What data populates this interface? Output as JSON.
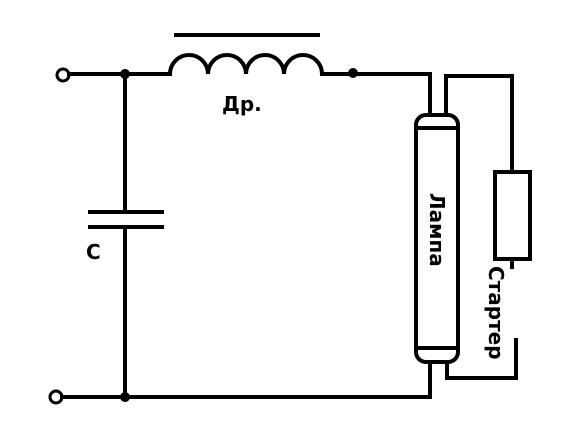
{
  "diagram": {
    "labels": {
      "choke": "Др.",
      "capacitor": "С",
      "lamp": "Лампа",
      "starter": "Стартер"
    },
    "colors": {
      "stroke": "#000000",
      "background": "#ffffff"
    }
  }
}
